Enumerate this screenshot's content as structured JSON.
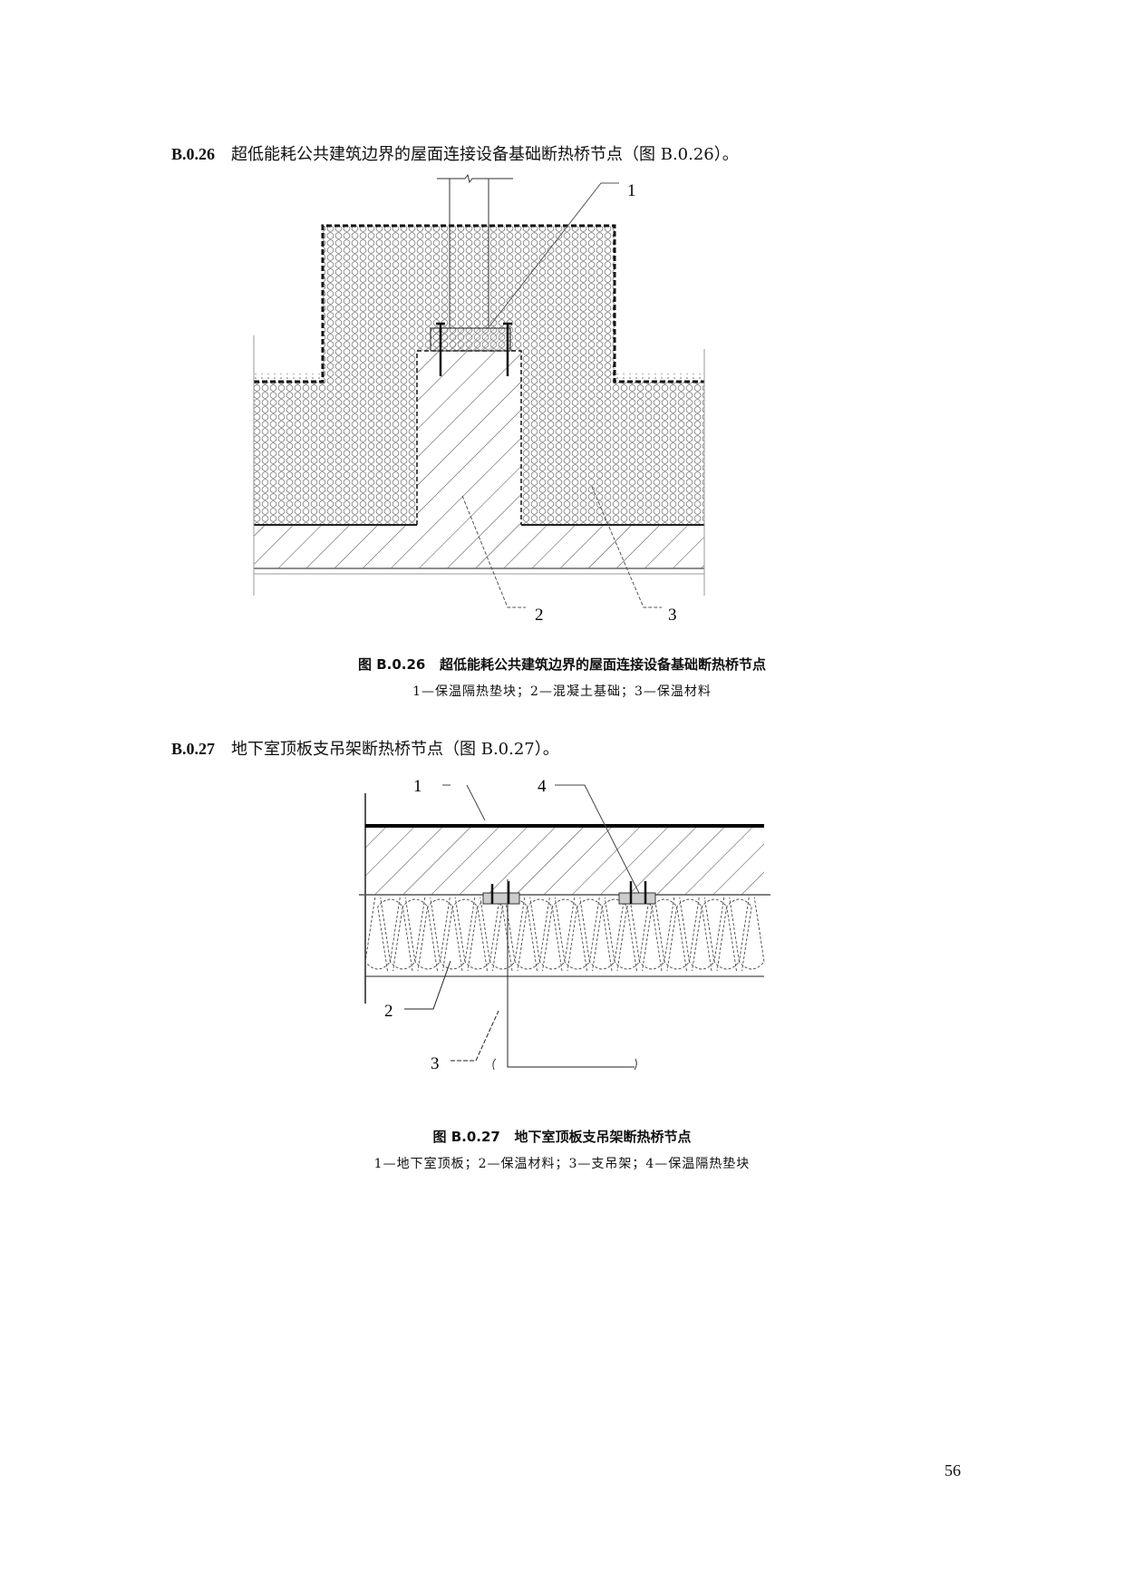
{
  "sections": [
    {
      "number": "B.0.26",
      "text": "超低能耗公共建筑边界的屋面连接设备基础断热桥节点（图 B.0.26）。",
      "figure": {
        "title_number": "图 B.0.26",
        "title": "超低能耗公共建筑边界的屋面连接设备基础断热桥节点",
        "legend": "1—保温隔热垫块；2—混凝土基础；3—保温材料",
        "callouts": [
          "1",
          "2",
          "3"
        ]
      }
    },
    {
      "number": "B.0.27",
      "text": "地下室顶板支吊架断热桥节点（图 B.0.27）。",
      "figure": {
        "title_number": "图 B.0.27",
        "title": "地下室顶板支吊架断热桥节点",
        "legend": "1—地下室顶板；2—保温材料；3—支吊架；4—保温隔热垫块",
        "callouts": [
          "1",
          "2",
          "3",
          "4"
        ]
      }
    }
  ],
  "page_number": "56"
}
